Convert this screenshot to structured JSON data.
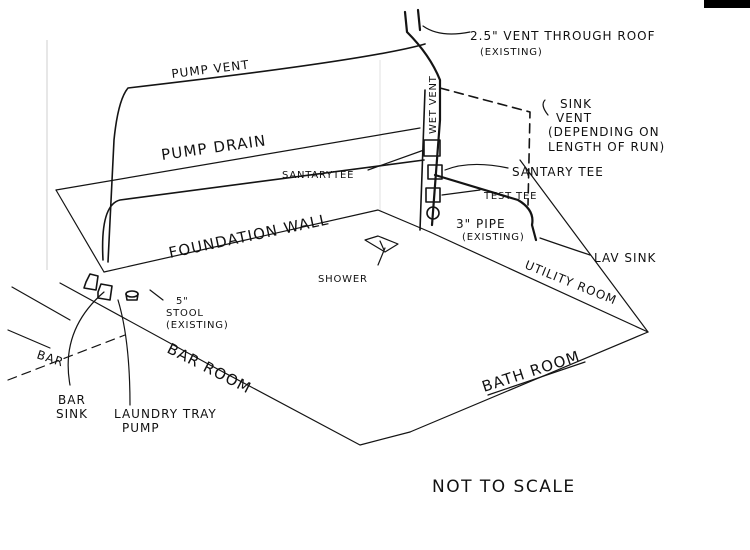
{
  "labels": {
    "vent_through_roof_1": "2.5\" VENT THROUGH ROOF",
    "vent_through_roof_2": "(EXISTING)",
    "pump_vent": "PUMP VENT",
    "pump_drain": "PUMP DRAIN",
    "wet_vent": "WET VENT",
    "sink_vent_1": "SINK",
    "sink_vent_2": "VENT",
    "sink_vent_3": "(DEPENDING ON",
    "sink_vent_4": "LENGTH OF RUN)",
    "sanitary_tee_left": "SANTARYTEE",
    "sanitary_tee_right": "SANTARY TEE",
    "test_tee": "TEST TEE",
    "pipe_3_1": "3\" PIPE",
    "pipe_3_2": "(EXISTING)",
    "lav_sink": "LAV SINK",
    "foundation_wall": "FOUNDATION WALL",
    "shower": "SHOWER",
    "utility_room": "UTILITY ROOM",
    "stool_1": "5\"",
    "stool_2": "STOOL",
    "stool_3": "(EXISTING)",
    "bar": "BAR",
    "bar_room": "BAR ROOM",
    "bathroom": "BATH ROOM",
    "bar_sink_1": "BAR",
    "bar_sink_2": "SINK",
    "laundry_1": "LAUNDRY TRAY",
    "laundry_2": "PUMP",
    "not_to_scale": "NOT TO SCALE"
  }
}
